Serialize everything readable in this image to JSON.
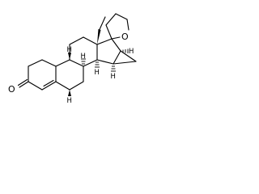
{
  "atoms": {
    "ketone_oxygen": "O",
    "ether_oxygen": "O",
    "h8": "H",
    "h9": "H",
    "h14": "H",
    "h15": "H",
    "h16": "H",
    "h17": "H"
  },
  "colors": {
    "ink": "#000000",
    "background": "#ffffff"
  }
}
